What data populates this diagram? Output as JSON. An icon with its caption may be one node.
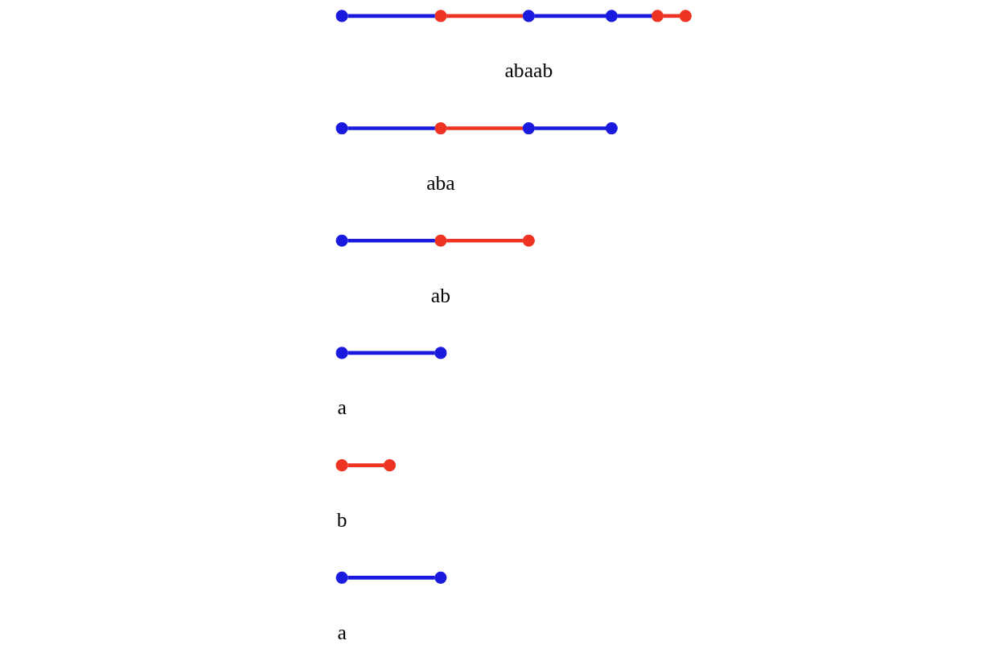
{
  "diagram": {
    "nodes": [
      {
        "text": [],
        "shape": "circle"
      },
      {
        "text": [],
        "shape": "circle"
      },
      {
        "text": [],
        "shape": "circle"
      },
      {
        "text": [],
        "shape": "circle"
      },
      {
        "text": [],
        "shape": "circle"
      },
      {
        "text": [],
        "shape": "circle"
      },
      {
        "text": [],
        "shape": "circle"
      },
      {
        "text": [],
        "shape": "circle"
      },
      {
        "text": [],
        "shape": "circle"
      },
      {
        "text": [],
        "shape": "circle"
      },
      {
        "text": [],
        "shape": "circle"
      },
      {
        "text": [],
        "shape": "circle"
      },
      {
        "text": [],
        "shape": "circle"
      },
      {
        "text": [],
        "shape": "circle"
      },
      {
        "text": [],
        "shape": "circle"
      },
      {
        "text": [],
        "shape": "circle"
      },
      {
        "text": [],
        "shape": "circle"
      },
      {
        "text": [],
        "shape": "circle"
      },
      {
        "text": [],
        "shape": "circle"
      }
    ],
    "edges": [
      {
        "from": 0,
        "to": 1,
        "arrow": "none"
      },
      {
        "from": 2,
        "to": 3,
        "arrow": "none",
        "color": "#ee3322"
      },
      {
        "from": 4,
        "to": 5,
        "arrow": "none"
      },
      {
        "from": 6,
        "to": 7,
        "arrow": "none"
      },
      {
        "from": 7,
        "to": 8,
        "arrow": "none",
        "color": "#ee3322"
      },
      {
        "from": 9,
        "to": 10,
        "arrow": "none"
      },
      {
        "from": 10,
        "to": 11,
        "arrow": "none",
        "color": "#ee3322"
      },
      {
        "from": 11,
        "to": 12,
        "arrow": "none"
      },
      {
        "from": 13,
        "to": 14,
        "arrow": "none"
      },
      {
        "from": 14,
        "to": 15,
        "arrow": "none",
        "color": "#ee3322"
      },
      {
        "from": 15,
        "to": 16,
        "arrow": "none"
      },
      {
        "from": 16,
        "to": 17,
        "arrow": "none"
      },
      {
        "from": 17,
        "to": 18,
        "arrow": "none",
        "color": "#ee3322"
      }
    ],
    "labels": [
      "a",
      "b",
      "a",
      "ab",
      "aba",
      "abaab"
    ]
  }
}
